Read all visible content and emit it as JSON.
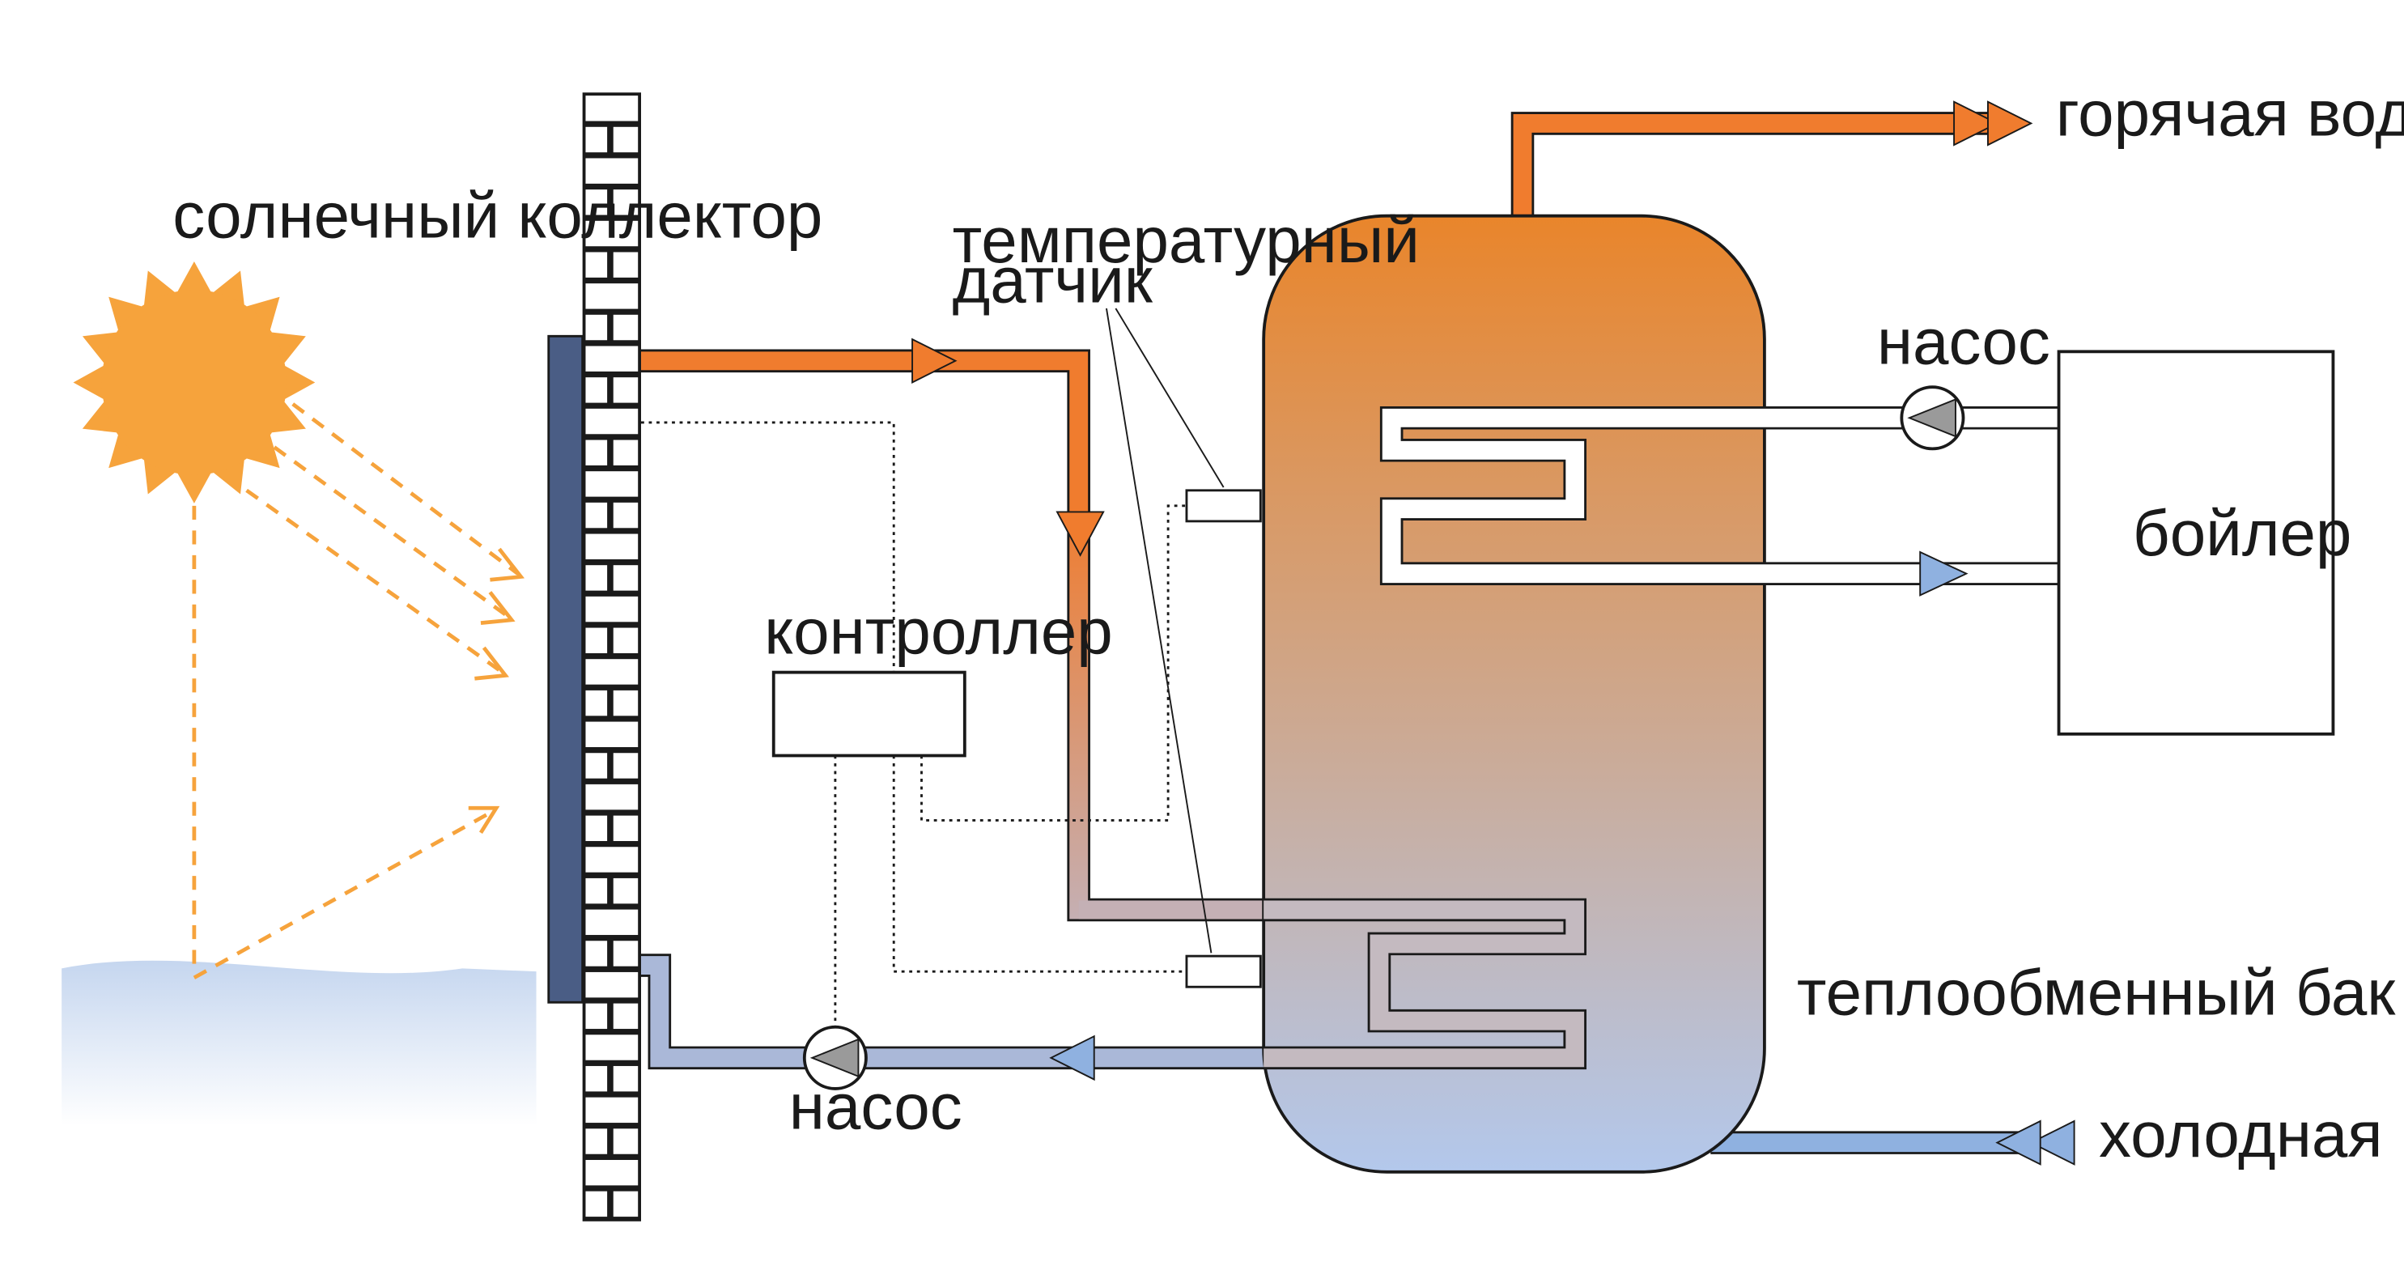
{
  "labels": {
    "solar_collector": "солнечный коллектор",
    "temp_sensor_line1": "температурный",
    "temp_sensor_line2": "датчик",
    "hot_water": "горячая вода",
    "pump_top": "насос",
    "boiler": "бойлер",
    "controller": "контроллер",
    "heat_exchange_tank": "теплообменный бак",
    "pump_bottom": "насос",
    "cold_water": "холодная вода"
  },
  "colors": {
    "hot": "#f07c2e",
    "cold": "#8fb1e0",
    "sun": "#f6a33c",
    "sun_rays": "#f6a33c",
    "collector_panel": "#4a5d85",
    "tank_top": "#e9852b",
    "tank_bottom": "#b3c8ec",
    "ground": "#c5d6ef",
    "pump_body": "#9a9a9a",
    "outline": "#1a1a1a"
  },
  "icons": {
    "sun": "sun-icon",
    "pump": "pump-icon",
    "flow_arrow": "flow-arrow-icon",
    "brick_wall": "brick-wall-icon"
  }
}
